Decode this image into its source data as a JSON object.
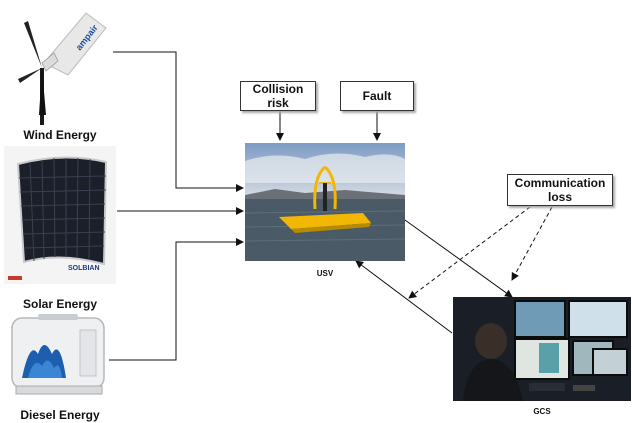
{
  "sources": {
    "wind": {
      "label": "Wind Energy",
      "brand": "ampair"
    },
    "solar": {
      "label": "Solar Energy",
      "brand": "SOLBIAN"
    },
    "diesel": {
      "label": "Diesel Energy"
    }
  },
  "boxes": {
    "collision": "Collision risk",
    "fault": "Fault",
    "communication": "Communication loss"
  },
  "nodes": {
    "usv": "USV",
    "gcs": "GCS"
  },
  "colors": {
    "usv_hull": "#f2b705",
    "sky": "#7c9bc4",
    "water": "#4a5a66",
    "diesel_accent": "#2a6ab0"
  }
}
